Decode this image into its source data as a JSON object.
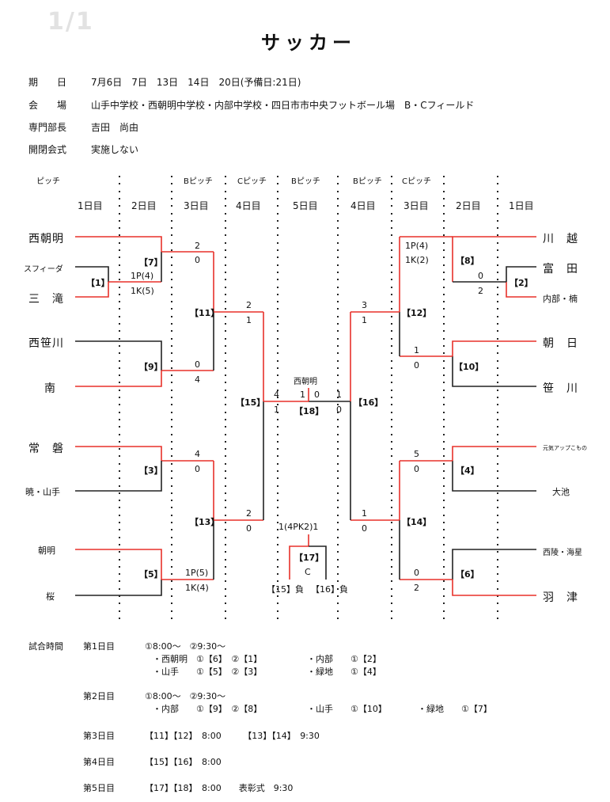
{
  "page_indicator": "1/1",
  "title": "サッカー",
  "info": {
    "dates_label": "期　　日",
    "dates_value": "7月6日　7日　13日　14日　20日(予備日:21日)",
    "venue_label": "会　　場",
    "venue_value": "山手中学校・西朝明中学校・内部中学校・四日市市中央フットボール場　B・Cフィールド",
    "head_label": "専門部長",
    "head_value": "吉田　尚由",
    "ceremony_label": "開閉会式",
    "ceremony_value": "実施しない"
  },
  "bracket_header": {
    "pitch_label": "ピッチ",
    "pitches": [
      "Bピッチ",
      "Cピッチ",
      "Bピッチ",
      "Bピッチ",
      "Cピッチ"
    ],
    "days": [
      "1日目",
      "2日目",
      "3日目",
      "4日目",
      "5日目",
      "4日目",
      "3日目",
      "2日目",
      "1日目"
    ]
  },
  "teams_left": [
    "西朝明",
    "スフィーダ",
    "三　滝",
    "西笹川",
    "南",
    "常　磐",
    "暁・山手",
    "朝明",
    "桜"
  ],
  "teams_right": [
    "川　越",
    "富　田",
    "内部・楠",
    "朝　日",
    "笹　川",
    "元気アップこもの",
    "大池",
    "西陵・海星",
    "羽　津"
  ],
  "matches": [
    "【1】",
    "【2】",
    "【3】",
    "【4】",
    "【5】",
    "【6】",
    "【7】",
    "【8】",
    "【9】",
    "【10】",
    "【11】",
    "【12】",
    "【13】",
    "【14】",
    "【15】",
    "【16】",
    "【17】",
    "【18】"
  ],
  "scores": {
    "m1_top": "1P(4)",
    "m1_bot": "1K(5)",
    "m7_top": "2",
    "m7_bot": "0",
    "m9_top": "0",
    "m9_bot": "4",
    "m11_top": "2",
    "m11_bot": "1",
    "m3_top": "4",
    "m3_bot": "0",
    "m5_top": "1P(5)",
    "m5_bot": "1K(4)",
    "m13_top": "2",
    "m13_bot": "0",
    "m15_top": "4",
    "m15_bot": "1",
    "m18_left": "1",
    "m18_right": "0",
    "m16_top": "1",
    "m16_bot": "0",
    "m8_top": "1P(4)",
    "m8_bot": "1K(2)",
    "m2_top": "0",
    "m2_bot": "2",
    "m10_top": "1",
    "m10_bot": "0",
    "m12_top": "3",
    "m12_bot": "1",
    "m4_top": "5",
    "m4_bot": "0",
    "m6_top": "0",
    "m6_bot": "2",
    "m14_top": "1",
    "m14_bot": "0",
    "final_winner": "西朝明",
    "m17_result": "1(4PK2)1",
    "m17_pitch": "C",
    "m17_left": "【15】負",
    "m17_right": "【16】負"
  },
  "schedule": {
    "label": "試合時間",
    "day1_label": "第1日目",
    "day1_times": "①8:00〜　②9:30〜",
    "day1_r1a": "・西朝明　①【6】　②【1】",
    "day1_r1b": "・内部　　①【2】",
    "day1_r2a": "・山手　　①【5】　②【3】",
    "day1_r2b": "・緑地　　①【4】",
    "day2_label": "第2日目",
    "day2_times": "①8:00〜　②9:30〜",
    "day2_a": "・内部　　①【9】　②【8】",
    "day2_b": "・山手　　①【10】",
    "day2_c": "・緑地　　①【7】",
    "day3_label": "第3日目",
    "day3_value": "【11】【12】　8:00　　　【13】【14】　9:30",
    "day4_label": "第4日目",
    "day4_value": "【15】【16】　8:00",
    "day5_label": "第5日目",
    "day5_value": "【17】【18】　8:00　　表彰式　9:30"
  },
  "colors": {
    "winner_line": "#e8312a",
    "loser_line": "#222222",
    "page_indicator": "#e2e2e2"
  }
}
